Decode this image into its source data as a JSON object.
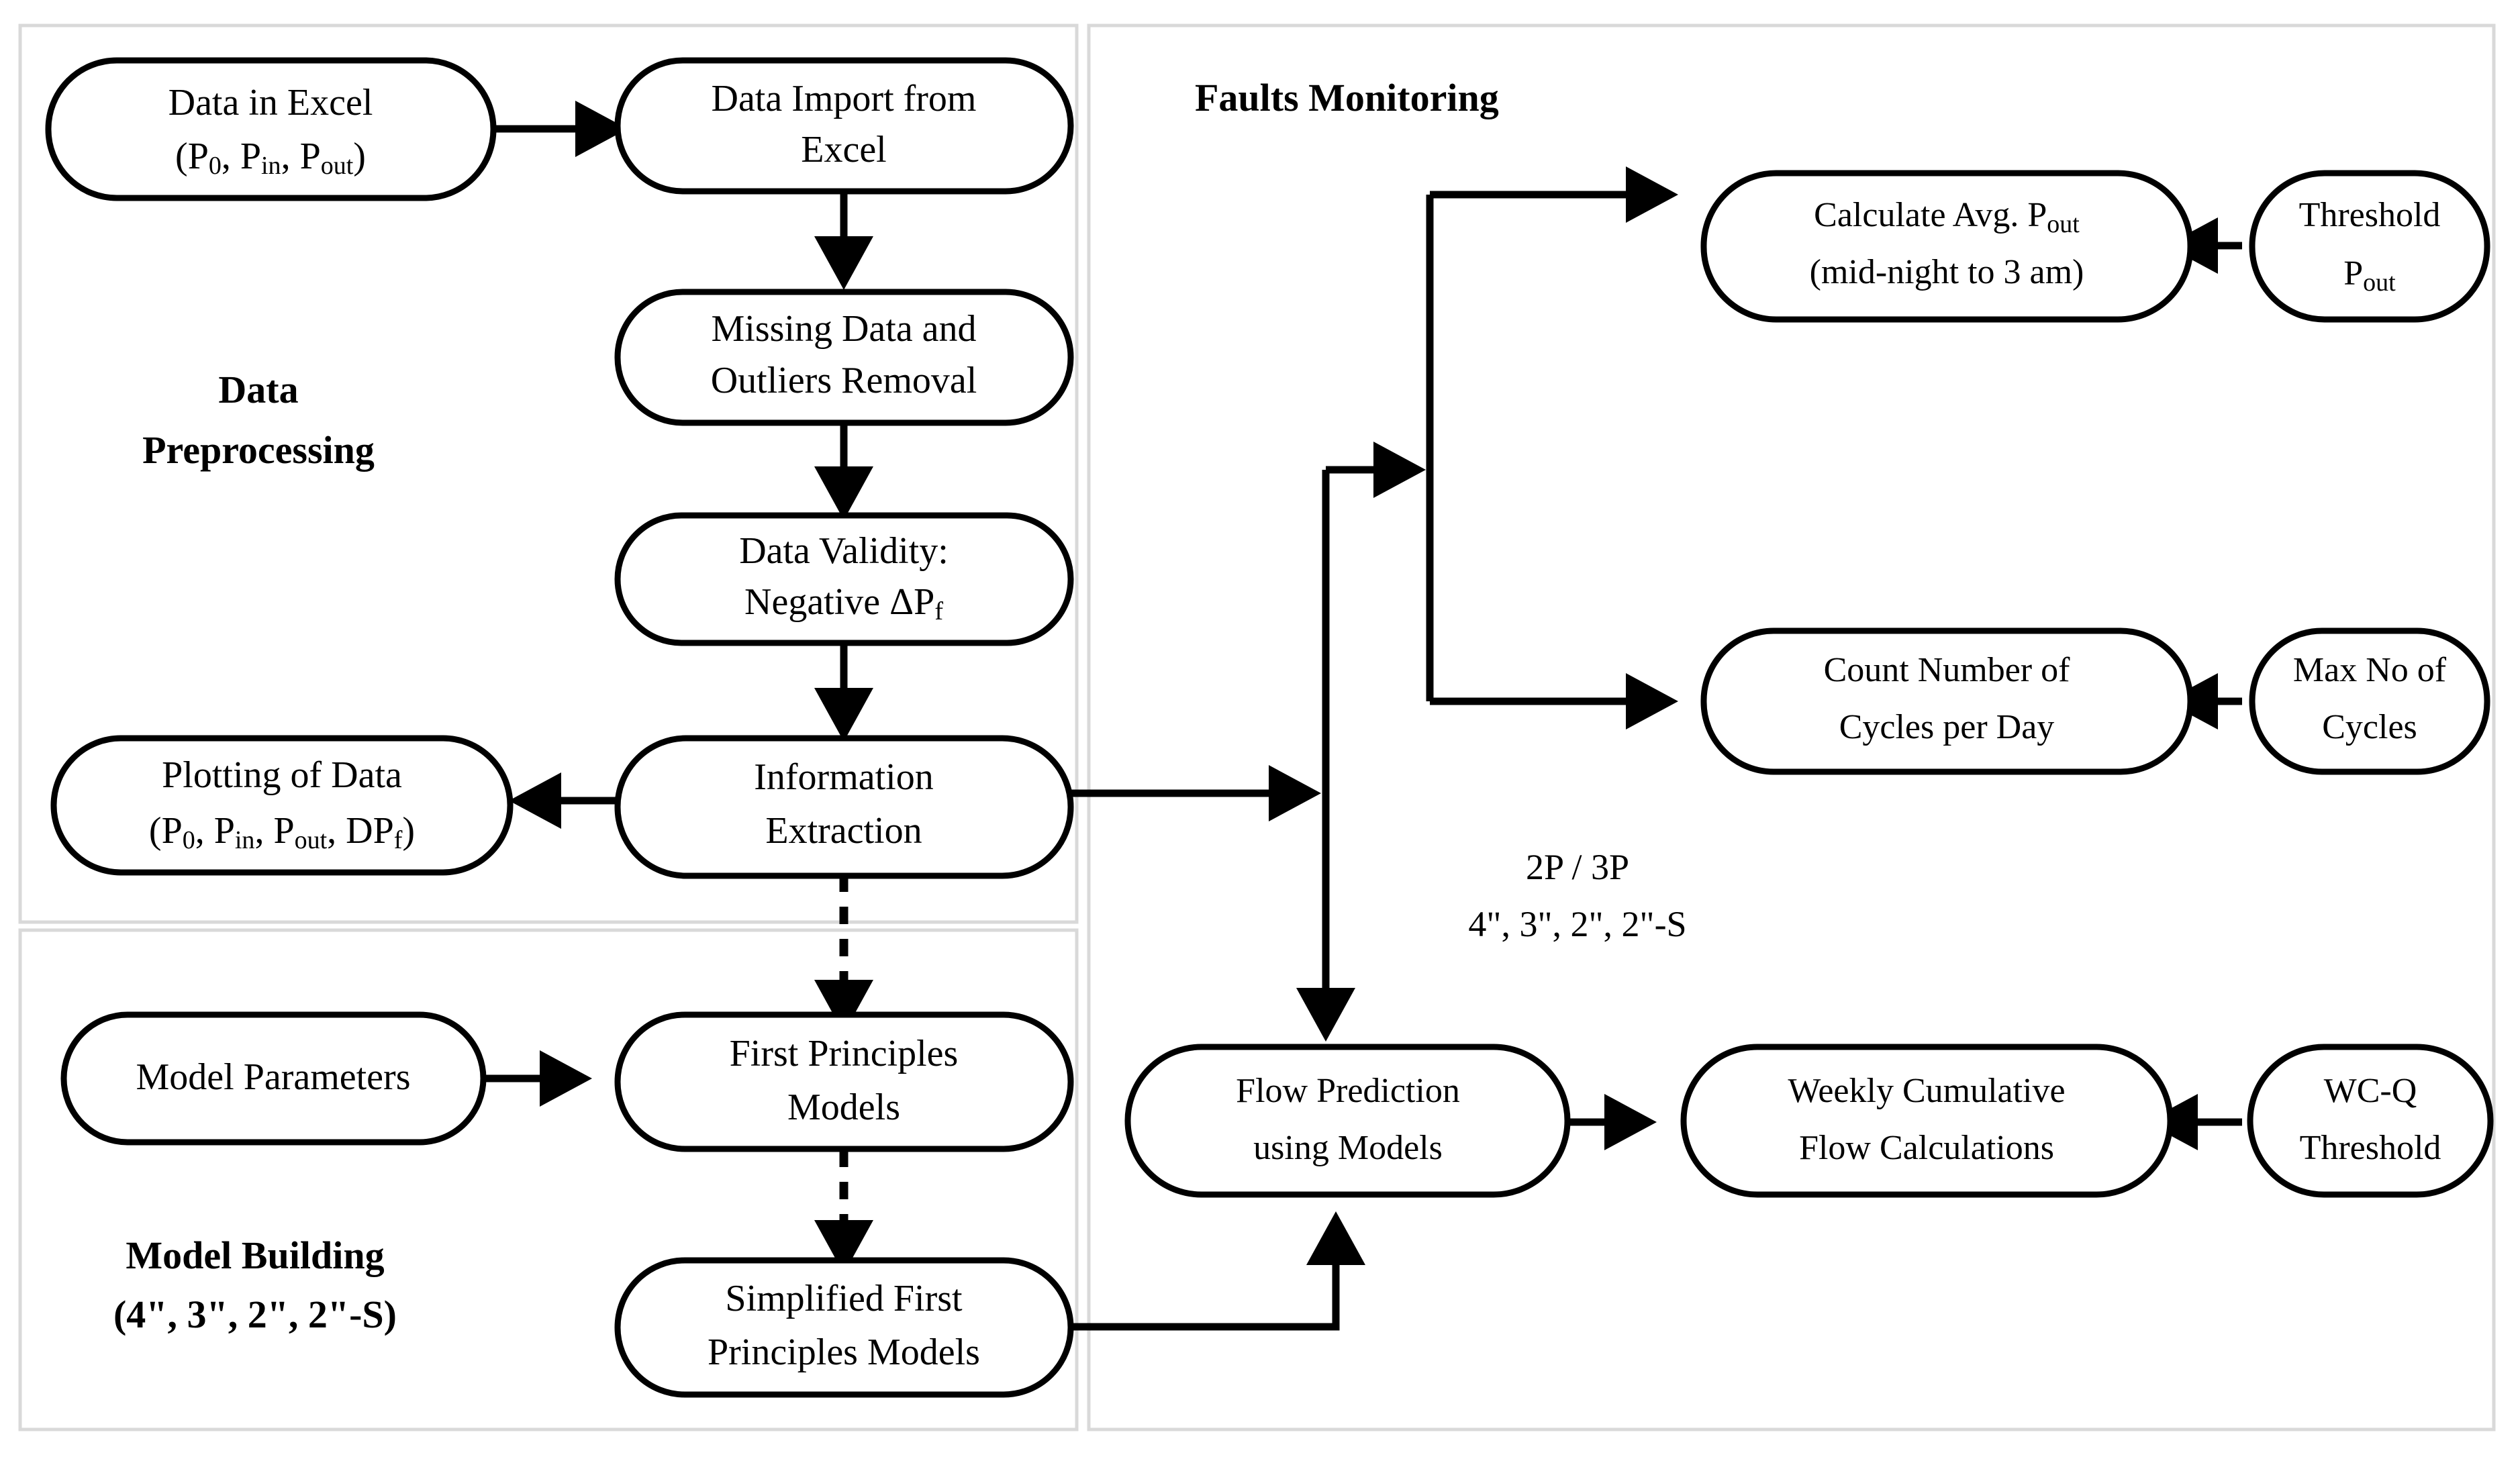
{
  "figure": {
    "type": "flowchart",
    "orientation": "left-to-right",
    "background_color": "#ffffff",
    "line_color": "#000000",
    "panel_border_color": "#d9d9d9"
  },
  "panels": [
    {
      "id": "data-preprocessing",
      "title_lines": [
        "Data",
        "Preprocessing"
      ],
      "title": "Data Preprocessing"
    },
    {
      "id": "model-building",
      "title_lines": [
        "Model Building",
        "(4\", 3\", 2\", 2\"-S)"
      ],
      "title": "Model Building (4\", 3\", 2\", 2\"-S)"
    },
    {
      "id": "faults-monitoring",
      "title_lines": [
        "Faults Monitoring"
      ],
      "title": "Faults Monitoring"
    }
  ],
  "nodes": {
    "data_in_excel": {
      "id": "data-in-excel",
      "line1": "Data in Excel",
      "line2_prefix": "(P",
      "line2_sub1": "0",
      "line2_mid1": ", P",
      "line2_sub2": "in",
      "line2_mid2": ", P",
      "line2_sub3": "out",
      "line2_suffix": ")",
      "text": "Data in Excel (P0, Pin, Pout)"
    },
    "data_import": {
      "id": "data-import-from-excel",
      "line1": "Data Import from",
      "line2": "Excel",
      "text": "Data Import from Excel"
    },
    "missing_data": {
      "id": "missing-data-and-outliers-removal",
      "line1": "Missing Data and",
      "line2": "Outliers Removal",
      "text": "Missing Data and Outliers Removal"
    },
    "data_validity": {
      "id": "data-validity-negative-dpf",
      "line1": "Data Validity:",
      "line2_prefix": "Negative ΔP",
      "line2_sub": "f",
      "text": "Data Validity: Negative ΔPf"
    },
    "information_extraction": {
      "id": "information-extraction",
      "line1": "Information",
      "line2": "Extraction",
      "text": "Information Extraction"
    },
    "plotting_of_data": {
      "id": "plotting-of-data",
      "line1": "Plotting of Data",
      "line2_prefix": "(P",
      "line2_sub1": "0",
      "line2_mid1": ", P",
      "line2_sub2": "in",
      "line2_mid2": ", P",
      "line2_sub3": "out",
      "line2_mid3": ", DP",
      "line2_sub4": "f",
      "line2_suffix": ")",
      "text": "Plotting of Data (P0, Pin, Pout, DPf)"
    },
    "model_parameters": {
      "id": "model-parameters",
      "line1": "Model Parameters",
      "text": "Model Parameters"
    },
    "first_principles": {
      "id": "first-principles-models",
      "line1": "First Principles",
      "line2": "Models",
      "text": "First Principles Models"
    },
    "simplified_first_principles": {
      "id": "simplified-first-principles-models",
      "line1": "Simplified First",
      "line2": "Principles Models",
      "text": "Simplified First Principles Models"
    },
    "calculate_avg_pout": {
      "id": "calculate-avg-pout",
      "line1_prefix": "Calculate Avg. P",
      "line1_sub": "out",
      "line2": "(mid-night to 3 am)",
      "text": "Calculate Avg. Pout (mid-night to 3 am)"
    },
    "threshold_pout": {
      "id": "threshold-pout",
      "line1": "Threshold",
      "line2_prefix": "P",
      "line2_sub": "out",
      "text": "Threshold Pout"
    },
    "count_cycles": {
      "id": "count-number-of-cycles-per-day",
      "line1": "Count Number of",
      "line2": "Cycles per Day",
      "text": "Count Number of Cycles per Day"
    },
    "max_no_cycles": {
      "id": "max-no-of-cycles",
      "line1": "Max No of",
      "line2": "Cycles",
      "text": "Max No of Cycles"
    },
    "flow_prediction": {
      "id": "flow-prediction-using-models",
      "line1": "Flow Prediction",
      "line2": "using Models",
      "text": "Flow Prediction using Models"
    },
    "weekly_cumulative": {
      "id": "weekly-cumulative-flow-calculations",
      "line1": "Weekly Cumulative",
      "line2": "Flow Calculations",
      "text": "Weekly Cumulative Flow Calculations"
    },
    "wc_q_threshold": {
      "id": "wc-q-threshold",
      "line1": "WC-Q",
      "line2": "Threshold",
      "text": "WC-Q Threshold"
    }
  },
  "edge_labels": {
    "pipe_config": {
      "line1": "2P / 3P",
      "line2": "4\", 3\", 2\", 2\"-S",
      "text": "2P / 3P  4\", 3\", 2\", 2\"-S"
    }
  },
  "edges": [
    {
      "from": "Data in Excel",
      "to": "Data Import from Excel",
      "style": "solid"
    },
    {
      "from": "Data Import from Excel",
      "to": "Missing Data and Outliers Removal",
      "style": "solid"
    },
    {
      "from": "Missing Data and Outliers Removal",
      "to": "Data Validity: Negative ΔPf",
      "style": "solid"
    },
    {
      "from": "Data Validity: Negative ΔPf",
      "to": "Information Extraction",
      "style": "solid"
    },
    {
      "from": "Information Extraction",
      "to": "Plotting of Data (P0, Pin, Pout, DPf)",
      "style": "solid"
    },
    {
      "from": "Information Extraction",
      "to": "First Principles Models",
      "style": "dashed"
    },
    {
      "from": "Information Extraction",
      "to": "Calculate Avg. Pout (mid-night to 3 am)",
      "style": "solid"
    },
    {
      "from": "Information Extraction",
      "to": "Count Number of Cycles per Day",
      "style": "solid"
    },
    {
      "from": "Threshold Pout",
      "to": "Calculate Avg. Pout (mid-night to 3 am)",
      "style": "solid"
    },
    {
      "from": "Max No of Cycles",
      "to": "Count Number of Cycles per Day",
      "style": "solid"
    },
    {
      "from": "Model Parameters",
      "to": "First Principles Models",
      "style": "solid"
    },
    {
      "from": "First Principles Models",
      "to": "Simplified First Principles Models",
      "style": "dashed"
    },
    {
      "from": "Simplified First Principles Models",
      "to": "Flow Prediction using Models",
      "style": "solid"
    },
    {
      "from": "Information Extraction",
      "to": "Flow Prediction using Models",
      "style": "solid",
      "label": "2P / 3P 4\", 3\", 2\", 2\"-S"
    },
    {
      "from": "Flow Prediction using Models",
      "to": "Weekly Cumulative Flow Calculations",
      "style": "solid"
    },
    {
      "from": "WC-Q Threshold",
      "to": "Weekly Cumulative Flow Calculations",
      "style": "solid"
    }
  ]
}
